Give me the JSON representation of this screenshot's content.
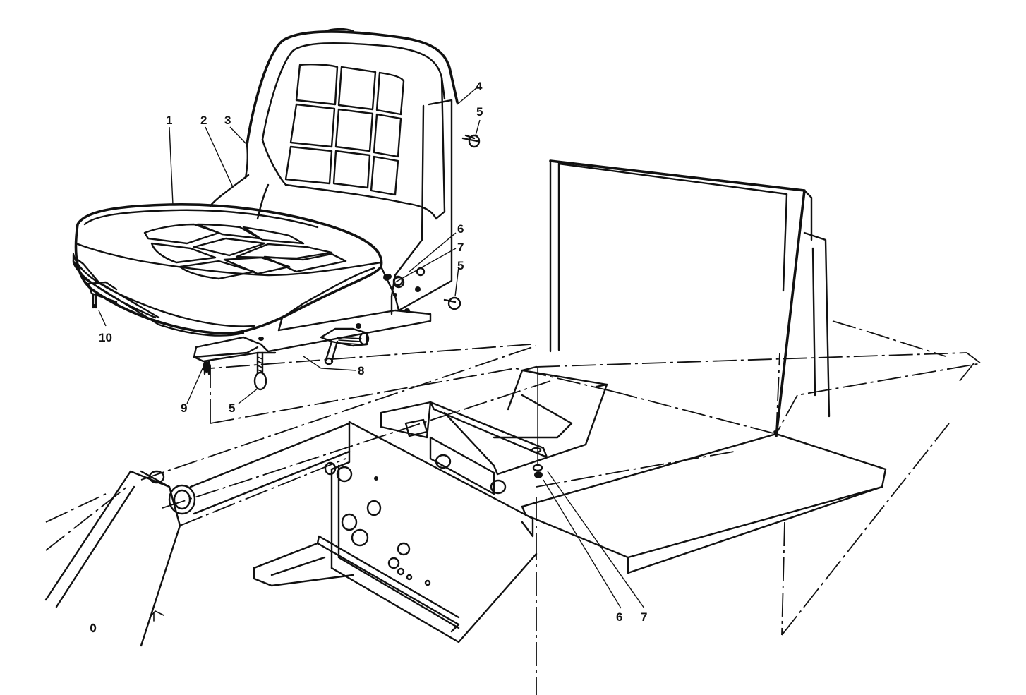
{
  "callouts": [
    {
      "id": "1",
      "text": "1"
    },
    {
      "id": "2",
      "text": "2"
    },
    {
      "id": "3",
      "text": "3"
    },
    {
      "id": "4",
      "text": "4"
    },
    {
      "id": "5a",
      "text": "5"
    },
    {
      "id": "6a",
      "text": "6"
    },
    {
      "id": "7a",
      "text": "7"
    },
    {
      "id": "5b",
      "text": "5"
    },
    {
      "id": "10",
      "text": "10"
    },
    {
      "id": "8",
      "text": "8"
    },
    {
      "id": "9",
      "text": "9"
    },
    {
      "id": "5c",
      "text": "5"
    },
    {
      "id": "6b",
      "text": "6"
    },
    {
      "id": "7b",
      "text": "7"
    }
  ]
}
